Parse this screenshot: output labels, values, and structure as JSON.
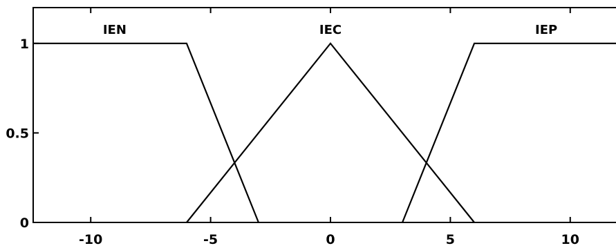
{
  "chart_data": {
    "type": "line",
    "title": "",
    "xlabel": "",
    "ylabel": "",
    "xlim": [
      -12.4,
      12.4
    ],
    "ylim": [
      0,
      1.2
    ],
    "xticks": [
      -10,
      -5,
      0,
      5,
      10
    ],
    "xtick_labels": [
      "-10",
      "-5",
      "0",
      "5",
      "10"
    ],
    "yticks": [
      0,
      0.5,
      1
    ],
    "ytick_labels": [
      "0",
      "0.5",
      "1"
    ],
    "grid": false,
    "legend": "none",
    "line_color": "#000000",
    "series": [
      {
        "name": "IEN",
        "x": [
          -12.4,
          -6,
          -3
        ],
        "y": [
          1,
          1,
          0
        ],
        "label_x": -9
      },
      {
        "name": "IEC",
        "x": [
          -6,
          0,
          6
        ],
        "y": [
          0,
          1,
          0
        ],
        "label_x": 0
      },
      {
        "name": "IEP",
        "x": [
          3,
          6,
          12.4
        ],
        "y": [
          0,
          1,
          1
        ],
        "label_x": 9
      }
    ]
  }
}
